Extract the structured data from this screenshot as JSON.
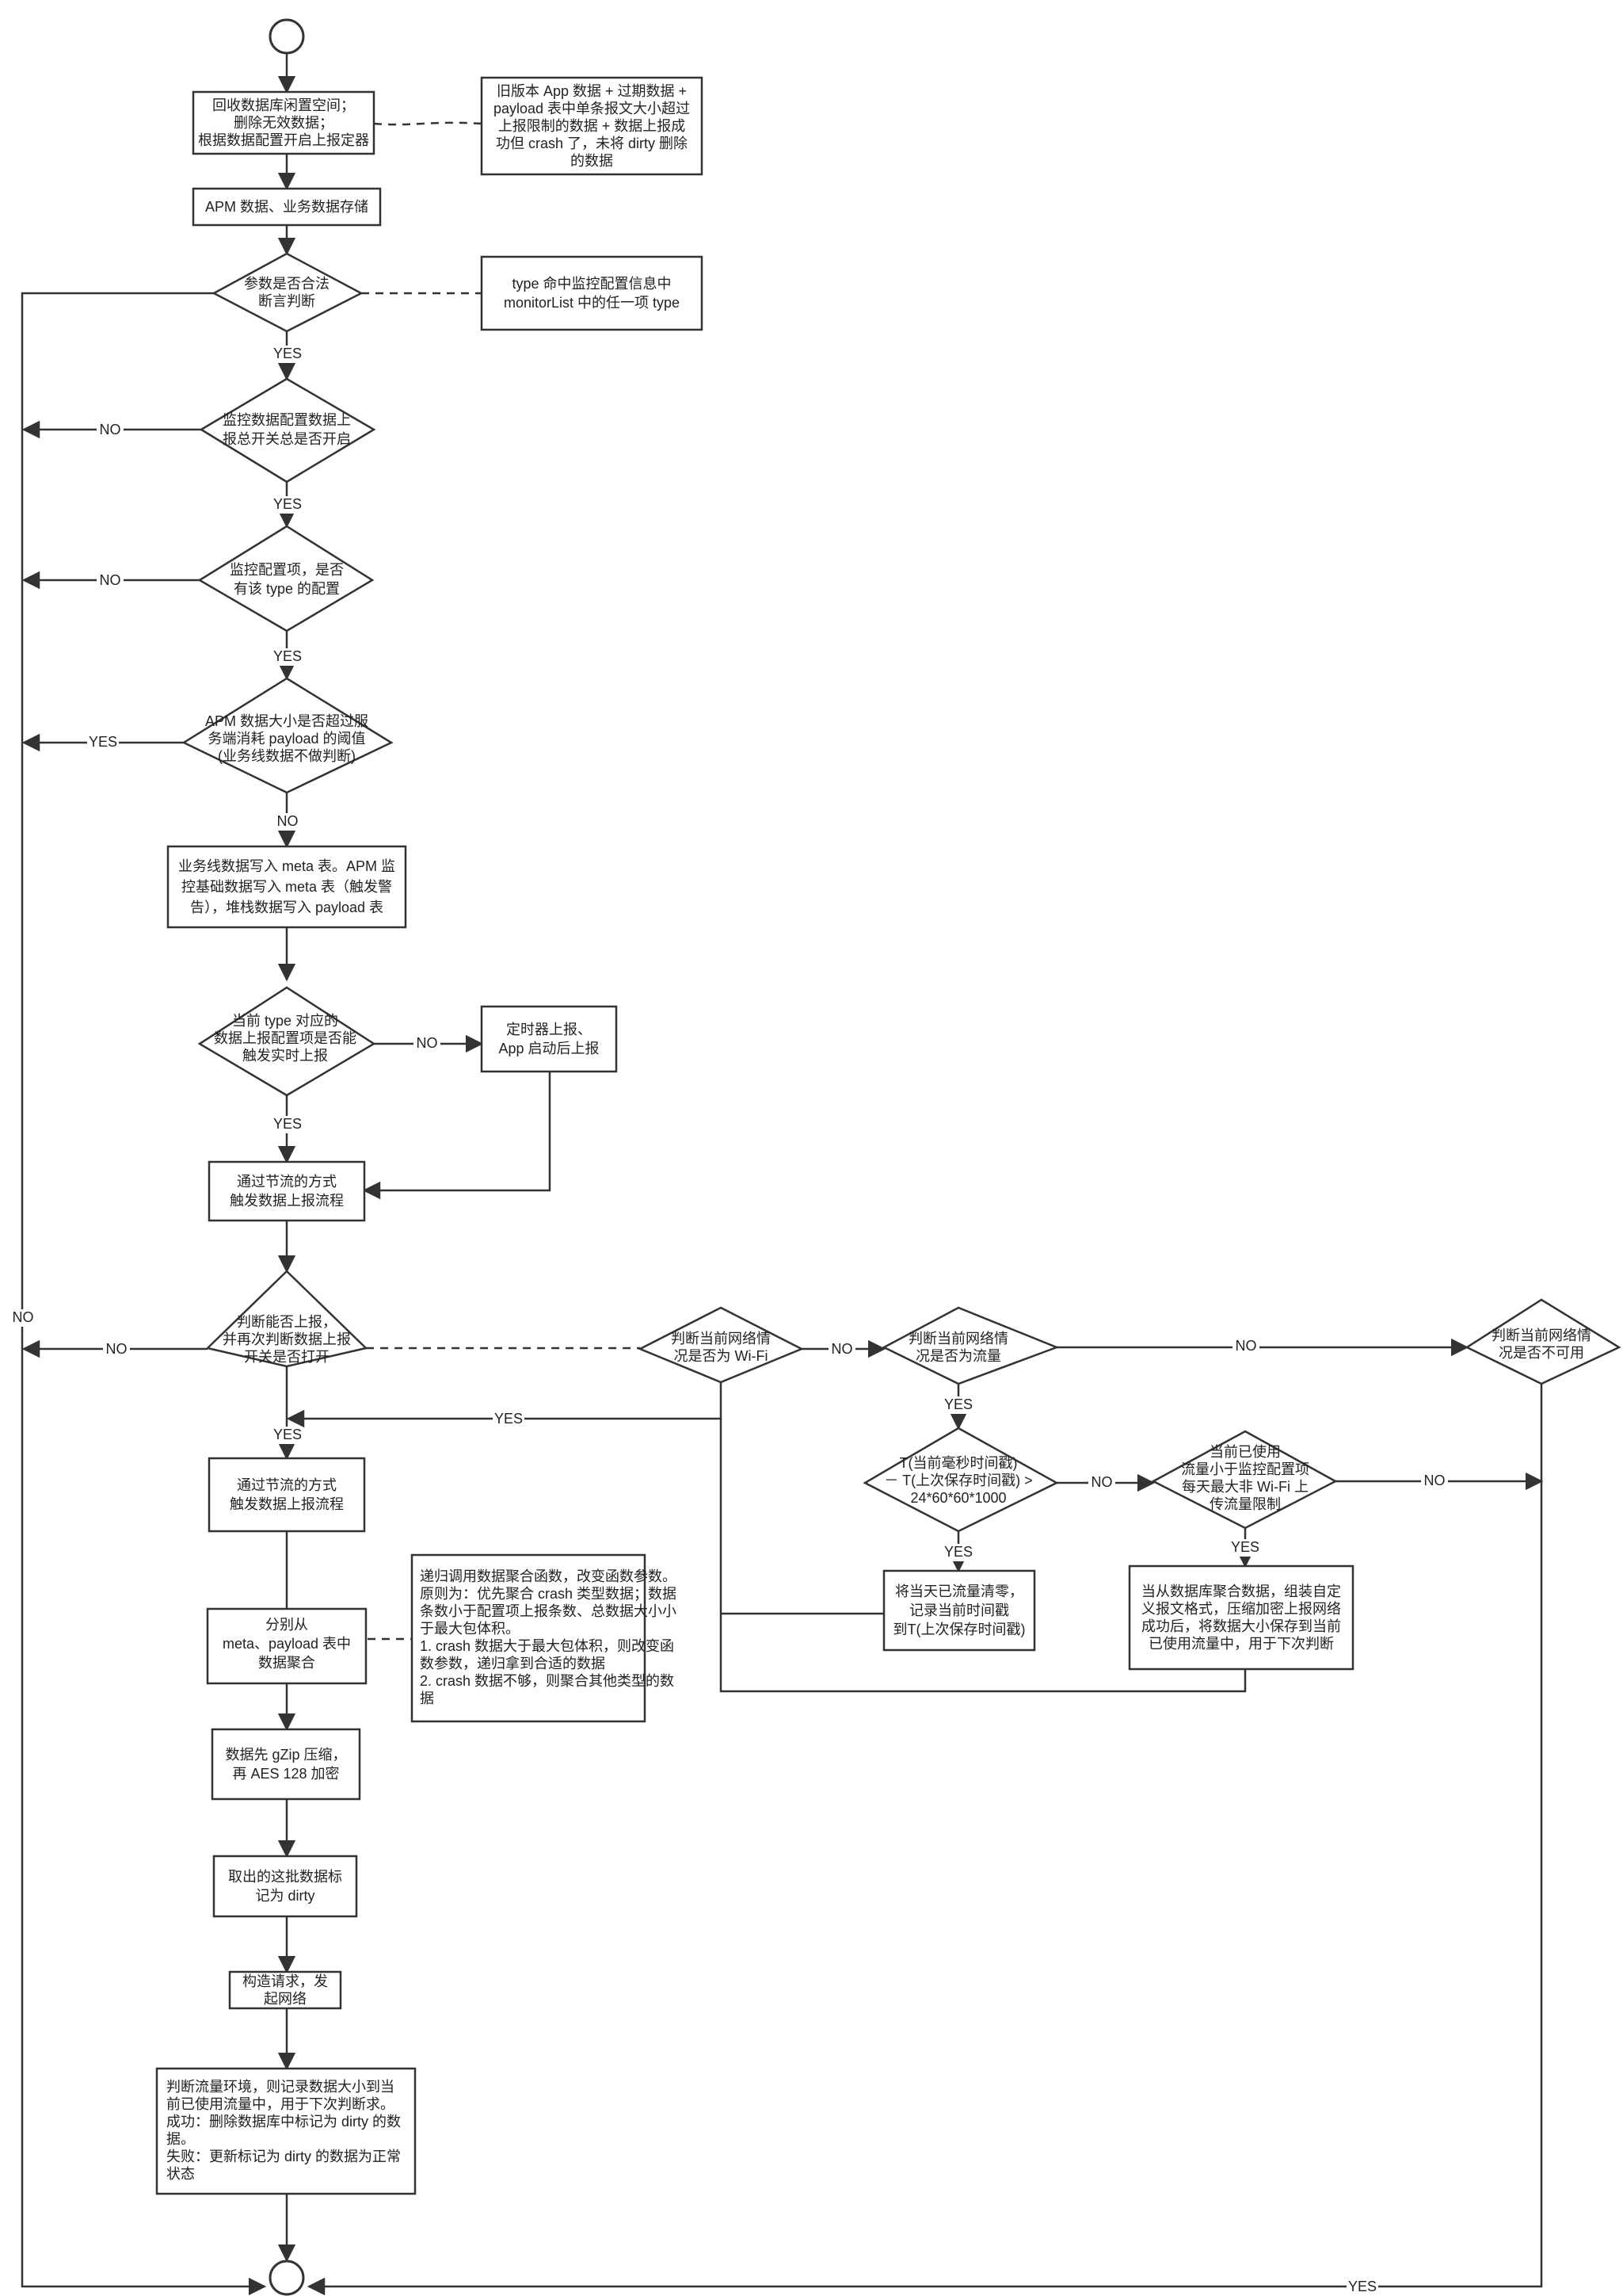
{
  "nodes": {
    "n1": [
      "回收数据库闲置空间；",
      "删除无效数据；",
      "根据数据配置开启上报定器"
    ],
    "n1_note": [
      "旧版本 App 数据 + 过期数据 +",
      "payload 表中单条报文大小超过",
      "上报限制的数据 + 数据上报成",
      "功但 crash 了，未将 dirty 删除",
      "的数据"
    ],
    "n2": [
      "APM 数据、业务数据存储"
    ],
    "d1": [
      "参数是否合法",
      "断言判断"
    ],
    "d1_note": [
      "type 命中监控配置信息中",
      "monitorList 中的任一项 type"
    ],
    "d2": [
      "监控数据配置数据上",
      "报总开关总是否开启"
    ],
    "d3": [
      "监控配置项，是否",
      "有该 type 的配置"
    ],
    "d4": [
      "APM 数据大小是否超过服",
      "务端消耗 payload 的阈值",
      "(业务线数据不做判断)"
    ],
    "n3": [
      "业务线数据写入 meta 表。APM 监",
      "控基础数据写入 meta 表（触发警",
      "告），堆栈数据写入 payload 表"
    ],
    "d5": [
      "当前 type 对应的",
      "数据上报配置项是否能",
      "触发实时上报"
    ],
    "n4": [
      "定时器上报、",
      "App 启动后上报"
    ],
    "n5": [
      "通过节流的方式",
      "触发数据上报流程"
    ],
    "d6": [
      "判断能否上报，",
      "并再次判断数据上报",
      "开关是否打开"
    ],
    "d7": [
      "判断当前网络情",
      "况是否为 Wi-Fi"
    ],
    "d8": [
      "判断当前网络情",
      "况是否为流量"
    ],
    "d9": [
      "判断当前网络情",
      "况是否不可用"
    ],
    "d10": [
      "T(当前毫秒时间戳)",
      "－ T(上次保存时间戳) >",
      "24*60*60*1000"
    ],
    "n6": [
      "将当天已流量清零，",
      "记录当前时间戳",
      "到T(上次保存时间戳)"
    ],
    "d11": [
      "当前已使用",
      "流量小于监控配置项",
      "每天最大非 Wi-Fi 上",
      "传流量限制"
    ],
    "n7": [
      "当从数据库聚合数据，组装自定",
      "义报文格式，压缩加密上报网络",
      "成功后，将数据大小保存到当前",
      "已使用流量中，用于下次判断"
    ],
    "n8": [
      "通过节流的方式",
      "触发数据上报流程"
    ],
    "n9": [
      "分别从",
      "meta、payload 表中",
      "数据聚合"
    ],
    "n9_note": [
      "递归调用数据聚合函数，改变函数参数。",
      "原则为：优先聚合 crash 类型数据；数据",
      "条数小于配置项上报条数、总数据大小小",
      "于最大包体积。",
      "1. crash 数据大于最大包体积，则改变函",
      "数参数，递归拿到合适的数据",
      "2. crash 数据不够，则聚合其他类型的数",
      "据"
    ],
    "n10": [
      "数据先 gZip 压缩，",
      "再 AES 128 加密"
    ],
    "n11": [
      "取出的这批数据标",
      "记为 dirty"
    ],
    "n12": [
      "构造请求，发",
      "起网络"
    ],
    "n13": [
      "判断流量环境，则记录数据大小到当",
      "前已使用流量中，用于下次判断求。",
      "成功：删除数据库中标记为 dirty 的数",
      "据。",
      "失败：更新标记为 dirty 的数据为正常",
      "状态"
    ]
  },
  "labels": {
    "yes": "YES",
    "no": "NO"
  }
}
